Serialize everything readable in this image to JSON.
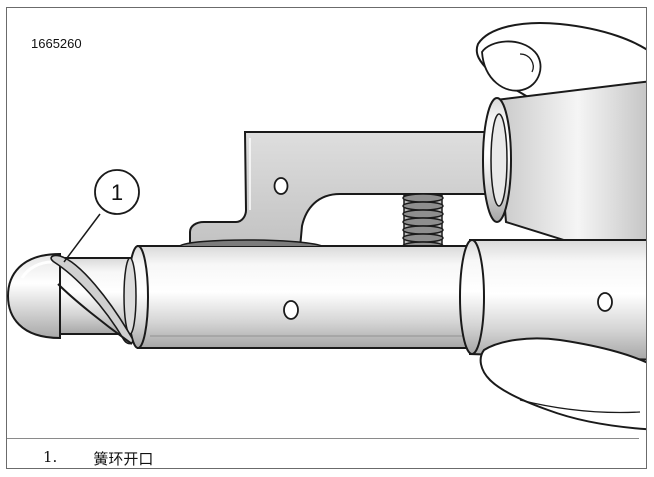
{
  "figure": {
    "id_label": "1665260",
    "callout": {
      "number": "1"
    },
    "legend": [
      {
        "number": "1.",
        "text": "簧环开口"
      }
    ]
  },
  "colors": {
    "outline": "#1a1a1a",
    "metal_light": "#f2f2f2",
    "metal_mid": "#cfcfcf",
    "metal_dark": "#9c9c9c",
    "spring": "#555555",
    "frame": "#6b6b6b"
  }
}
